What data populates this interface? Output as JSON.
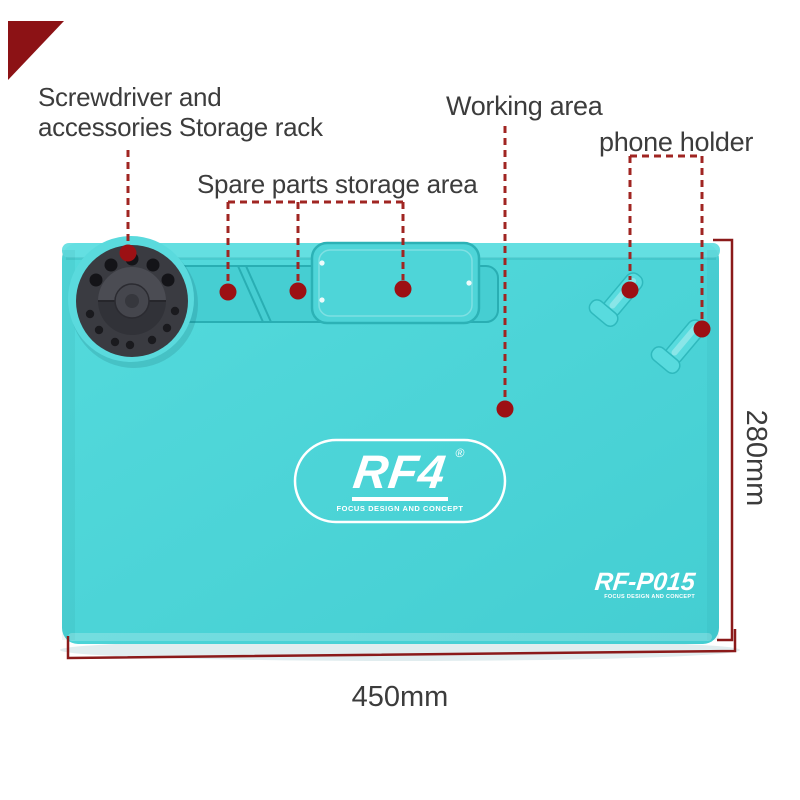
{
  "canvas": {
    "background": "#FFFFFF"
  },
  "callouts": {
    "screwdriver": {
      "line1": "Screwdriver and",
      "line2": "accessories Storage rack"
    },
    "spare_parts": {
      "label": "Spare parts storage area"
    },
    "working_area": {
      "label": "Working area"
    },
    "phone_holder": {
      "label": "phone holder"
    }
  },
  "dimensions": {
    "width": "450mm",
    "height": "280mm"
  },
  "logo": {
    "brand": "RF4",
    "registered_mark": "®",
    "tagline": "FOCUS DESIGN AND CONCEPT"
  },
  "model": {
    "code": "RF-P015",
    "tagline": "FOCUS DESIGN AND CONCEPT"
  },
  "colors": {
    "mat_teal": "#4CD4D8",
    "mat_edge_light": "#65DFE2",
    "mat_outline": "#29AEB3",
    "holder_dark": "#3A3B41",
    "marker_dot_red": "#9C1014",
    "dashed_line_red": "#A02522",
    "dimension_line_red": "#8B1A1A",
    "label_text": "#3C3C3C",
    "corner_accent": "#8C1215"
  }
}
